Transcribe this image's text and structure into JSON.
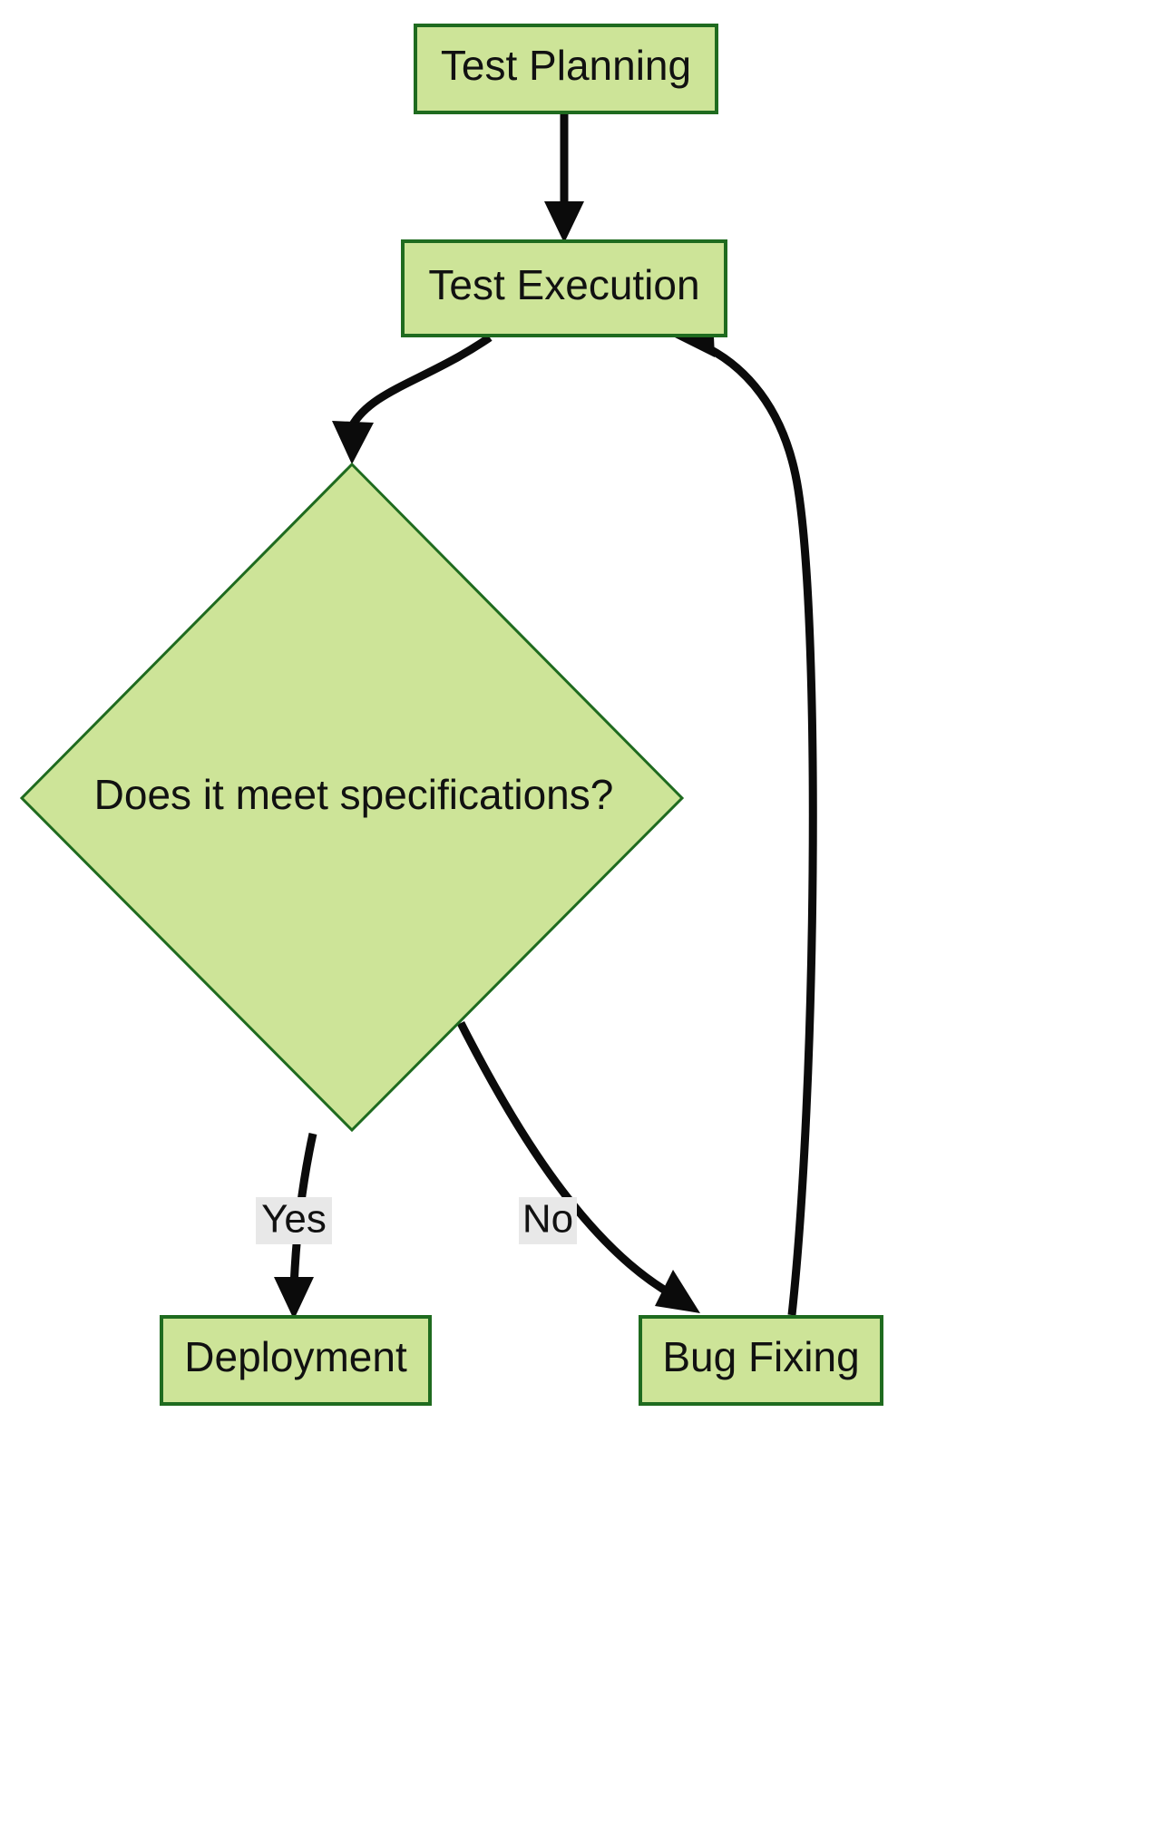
{
  "diagram": {
    "type": "flowchart",
    "orientation": "top-to-bottom",
    "background_color": "#ffffff",
    "node_fill_color": "#cde498",
    "node_stroke_color": "#1f6b1f",
    "edge_color": "#0b0b0b",
    "text_color": "#111111",
    "edge_label_background_color": "#e8e8e8",
    "nodes": [
      {
        "id": "test-planning",
        "label": "Test Planning",
        "shape": "rectangle"
      },
      {
        "id": "test-execution",
        "label": "Test Execution",
        "shape": "rectangle"
      },
      {
        "id": "meets-spec",
        "label": "Does it meet specifications?",
        "shape": "diamond"
      },
      {
        "id": "deployment",
        "label": "Deployment",
        "shape": "rectangle"
      },
      {
        "id": "bug-fixing",
        "label": "Bug Fixing",
        "shape": "rectangle"
      }
    ],
    "edges": [
      {
        "id": "e1",
        "from": "test-planning",
        "to": "test-execution",
        "label": ""
      },
      {
        "id": "e2",
        "from": "test-execution",
        "to": "meets-spec",
        "label": ""
      },
      {
        "id": "e3",
        "from": "meets-spec",
        "to": "deployment",
        "label": "Yes"
      },
      {
        "id": "e4",
        "from": "meets-spec",
        "to": "bug-fixing",
        "label": "No"
      },
      {
        "id": "e5",
        "from": "bug-fixing",
        "to": "test-execution",
        "label": ""
      }
    ]
  }
}
